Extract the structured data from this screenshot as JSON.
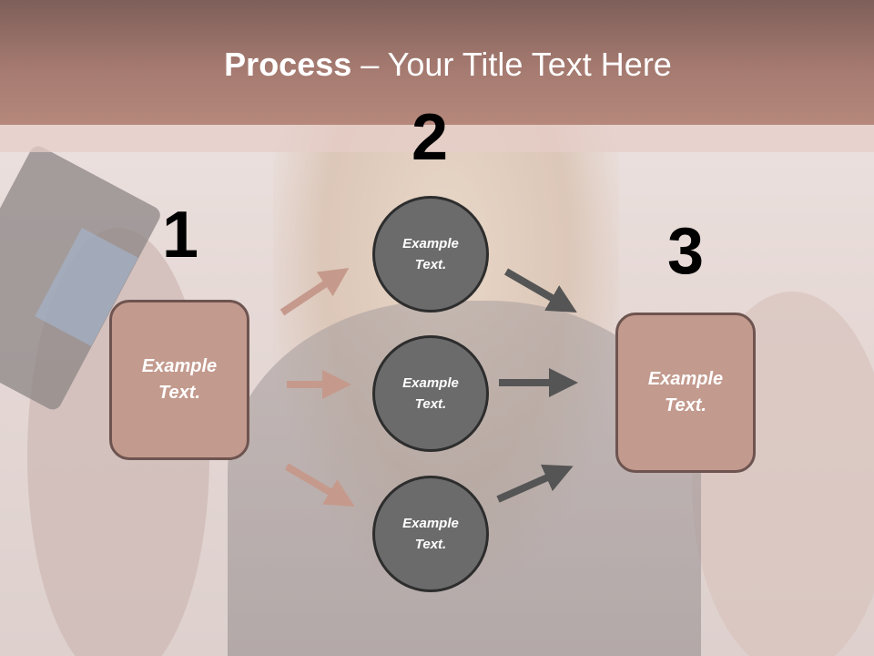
{
  "title": {
    "bold": "Process",
    "rest": " – Your Title Text Here"
  },
  "steps": [
    {
      "number": "1",
      "text": "Example Text."
    },
    {
      "number": "2",
      "circles": [
        "Example Text.",
        "Example Text.",
        "Example Text."
      ]
    },
    {
      "number": "3",
      "text": "Example Text."
    }
  ],
  "colors": {
    "header": "#a57a70",
    "box_fill": "#c39a8e",
    "circle_fill": "#6b6b6b",
    "arrow_left": "#c59a8c",
    "arrow_right": "#555555"
  }
}
